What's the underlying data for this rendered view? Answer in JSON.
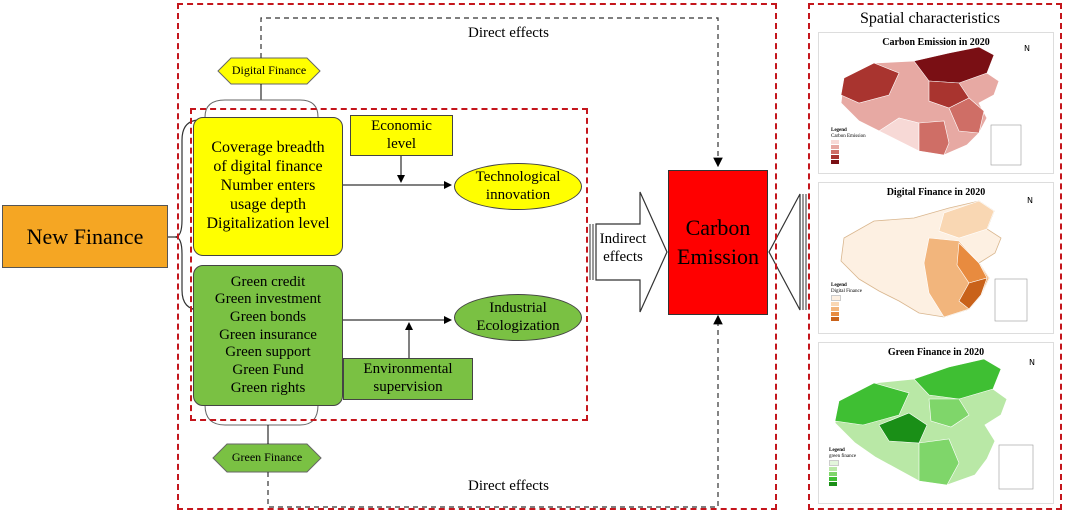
{
  "nodes": {
    "new_finance": "New Finance",
    "digital_finance": "Digital Finance",
    "green_finance": "Green Finance",
    "digital_indicators": [
      "Coverage breadth",
      "of digital finance",
      "Number enters",
      "usage depth",
      "Digitalization level"
    ],
    "green_indicators": [
      "Green credit",
      "Green investment",
      "Green bonds",
      "Green insurance",
      "Green support",
      "Green Fund",
      "Green rights"
    ],
    "economic_level": [
      "Economic",
      "level"
    ],
    "environmental_supervision": [
      "Environmental",
      "supervision"
    ],
    "technological_innovation": [
      "Technological",
      "innovation"
    ],
    "industrial_ecologization": [
      "Industrial",
      "Ecologization"
    ],
    "carbon_emission": [
      "Carbon",
      "Emission"
    ]
  },
  "labels": {
    "direct_effects_top": "Direct effects",
    "direct_effects_bottom": "Direct effects",
    "indirect_effects": [
      "Indirect",
      "effects"
    ],
    "spatial_characteristics": "Spatial characteristics"
  },
  "maps": [
    {
      "title": "Carbon Emission in 2020",
      "legend_title": "Legend",
      "legend_sub": "Carbon Emission",
      "palette": [
        "#f7d9d6",
        "#e7a9a3",
        "#cf6e66",
        "#a9342f",
        "#7a0f14"
      ]
    },
    {
      "title": "Digital Finance in 2020",
      "legend_title": "Legend",
      "legend_sub": "Digital Finance",
      "palette": [
        "#fdf0e2",
        "#f9d7b3",
        "#f2b57c",
        "#e88b3f",
        "#c9621a"
      ]
    },
    {
      "title": "Green Finance in 2020",
      "legend_title": "Legend",
      "legend_sub": "green finance",
      "palette": [
        "#e3f6dc",
        "#b9e8a6",
        "#7fd66a",
        "#3fbf33",
        "#1a8f17"
      ]
    }
  ],
  "colors": {
    "frame_red": "#c4161c",
    "new_finance_fill": "#f5a623",
    "digital_fill": "#ffff00",
    "green_fill": "#7ac143",
    "carbon_fill": "#ff0000"
  }
}
